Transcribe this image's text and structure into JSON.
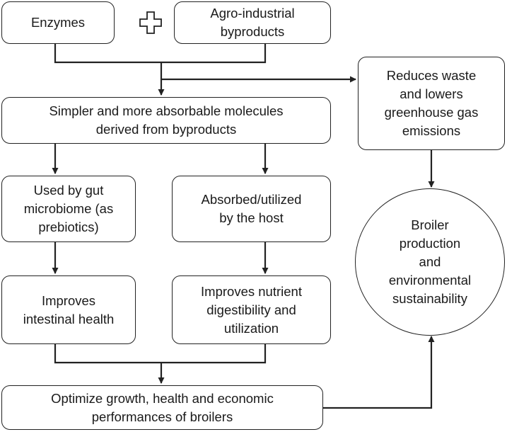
{
  "diagram": {
    "nodes": {
      "enzymes": "Enzymes",
      "byproducts": "Agro-industrial\nbyproducts",
      "molecules": "Simpler and more absorbable molecules\nderived from byproducts",
      "microbiome": "Used by gut\nmicrobiome (as\nprebiotics)",
      "host": "Absorbed/utilized\nby the host",
      "intestinal": "Improves\nintestinal health",
      "nutrient": "Improves nutrient\ndigestibility and\nutilization",
      "optimize": "Optimize growth, health and economic\nperformances of broilers",
      "waste": "Reduces waste\nand lowers\ngreenhouse gas\nemissions",
      "sustainability": "Broiler\nproduction\nand\nenvironmental\nsustainability"
    },
    "operator_icon": "plus-icon",
    "colors": {
      "stroke": "#222222",
      "fill": "#ffffff",
      "text": "#1a1a1a"
    }
  }
}
